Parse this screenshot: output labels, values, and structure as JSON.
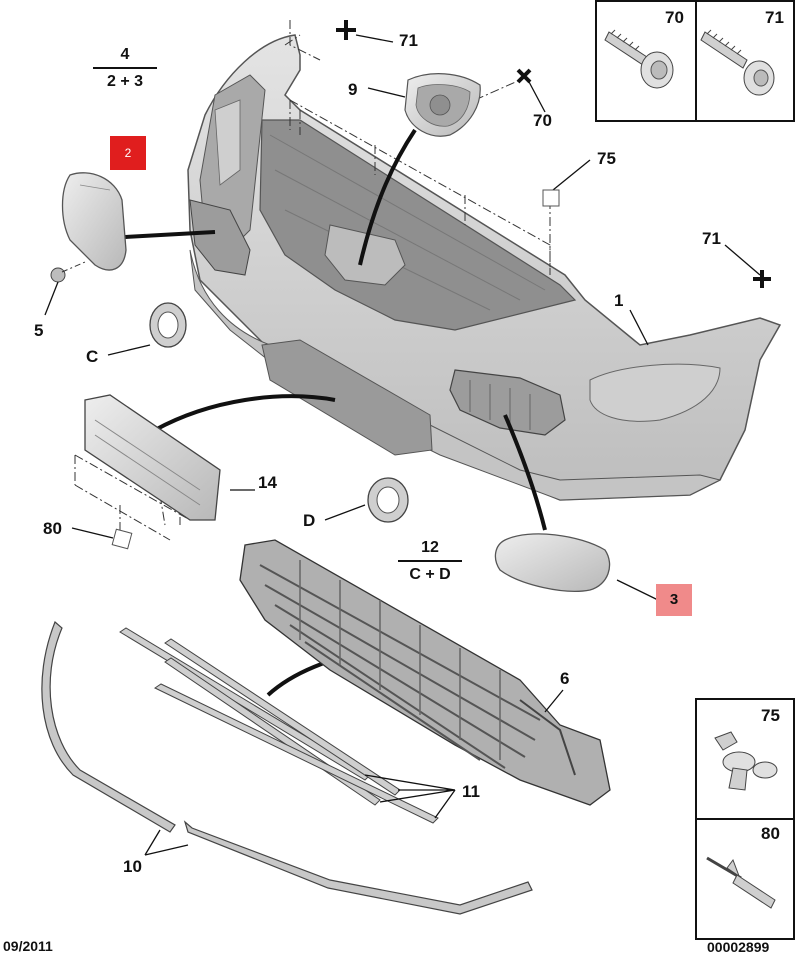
{
  "callouts": {
    "c71_top": "71",
    "c9": "9",
    "c70": "70",
    "c75": "75",
    "c71_right": "71",
    "c1": "1",
    "c5": "5",
    "cC": "C",
    "c14": "14",
    "cD": "D",
    "c80": "80",
    "c6": "6",
    "c11": "11",
    "c10": "10"
  },
  "groups": {
    "g4": {
      "top": "4",
      "bottom": "2 + 3"
    },
    "g12": {
      "top": "12",
      "bottom": "C + D"
    }
  },
  "badges": {
    "b2": "2",
    "b3": "3"
  },
  "insets": {
    "i70": "70",
    "i71": "71",
    "i75": "75",
    "i80": "80"
  },
  "footer": {
    "date": "09/2011",
    "ref": "00002899"
  },
  "colors": {
    "badge_red": "#e01e1e",
    "badge_pink": "#f08a8a",
    "part_fill": "#d9d9d9",
    "outline": "#444444"
  }
}
